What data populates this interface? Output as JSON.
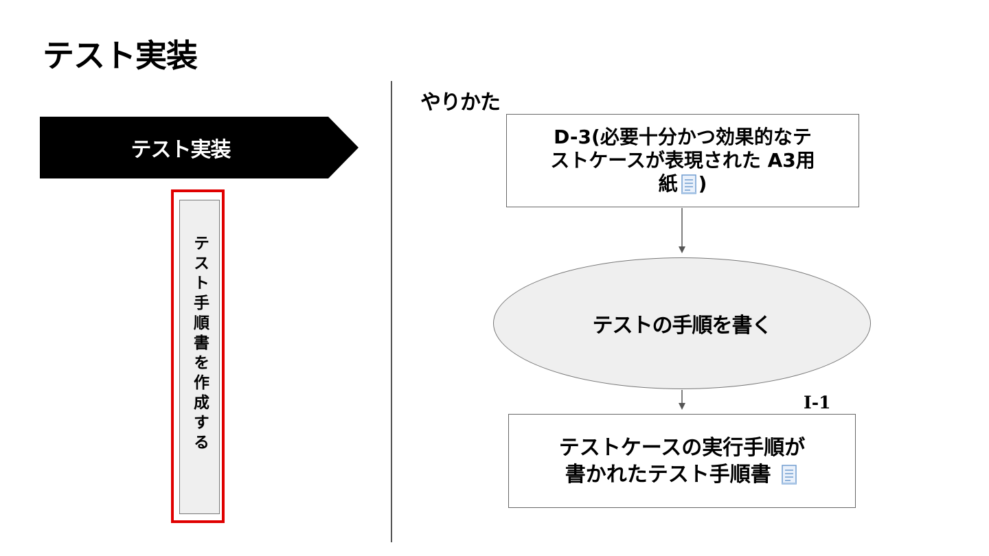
{
  "page": {
    "title": "テスト実装"
  },
  "phase": {
    "label": "テスト実装",
    "color": "#000000"
  },
  "task": {
    "label": "テスト手順書を作成する",
    "highlight_color": "#e00000",
    "card_fill": "#efefef"
  },
  "method": {
    "label": "やりかた",
    "input": {
      "line1": "D-3(必要十分かつ効果的なテ",
      "line2": "ストケースが表現された A3用",
      "line3_pre": "紙",
      "line3_post": ")",
      "icon": "document-icon"
    },
    "process": {
      "label": "テストの手順を書く",
      "fill": "#efefef"
    },
    "output": {
      "code": "I-1",
      "line1": "テストケースの実行手順が",
      "line2": "書かれたテスト手順書",
      "icon": "document-icon"
    }
  }
}
